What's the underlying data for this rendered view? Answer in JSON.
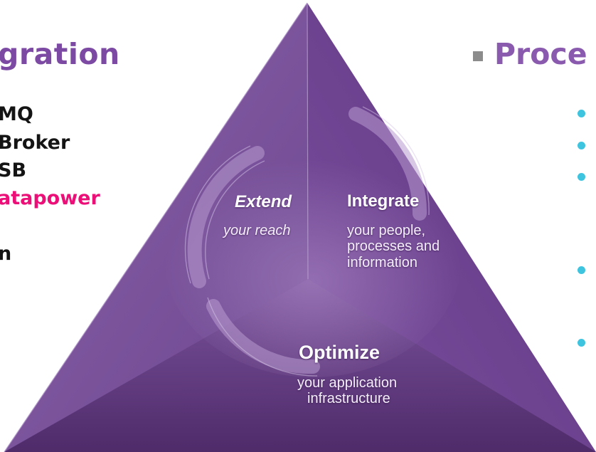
{
  "left": {
    "heading": "gration",
    "items": [
      "MQ",
      "Broker",
      "SB",
      "atapower",
      "n"
    ]
  },
  "right": {
    "heading": "Proce"
  },
  "pyramid": {
    "extend": {
      "title": "Extend",
      "subtitle": "your reach"
    },
    "integrate": {
      "title": "Integrate",
      "lines": [
        "your people,",
        "processes and",
        "information"
      ]
    },
    "optimize": {
      "title": "Optimize",
      "lines": [
        "your application",
        "infrastructure"
      ]
    }
  },
  "colors": {
    "heading_left": "#7c4aa3",
    "heading_right": "#8a5aaf",
    "highlight": "#ec0f78",
    "bullet_dot": "#3fc4e0",
    "bullet_square": "#8c8c8c",
    "pyramid_left_face": "#7a5496",
    "pyramid_right_face": "#6a3f8a",
    "pyramid_bottom_face": "#5c3478"
  }
}
